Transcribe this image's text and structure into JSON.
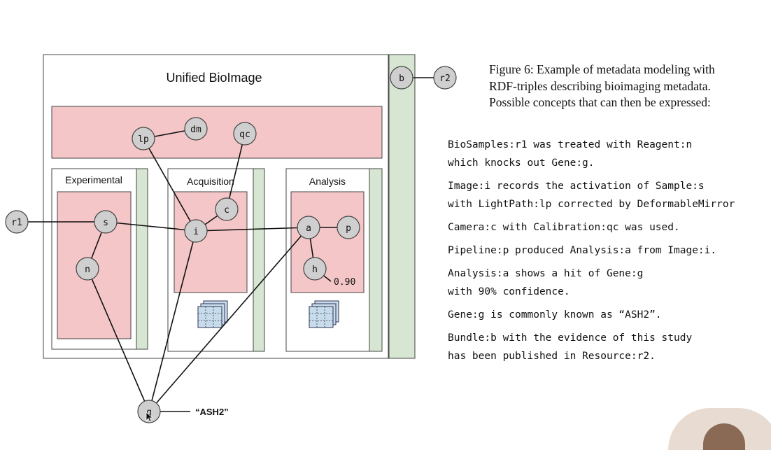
{
  "diagram": {
    "title": "Unified BioImage",
    "sections": {
      "experimental": "Experimental",
      "acquisition": "Acquisition",
      "analysis": "Analysis"
    },
    "nodes": {
      "b": "b",
      "r2": "r2",
      "r1": "r1",
      "lp": "lp",
      "dm": "dm",
      "qc": "qc",
      "s": "s",
      "n": "n",
      "i": "i",
      "c": "c",
      "a": "a",
      "p": "p",
      "h": "h",
      "g": "g"
    },
    "confidence_value": "0.90",
    "gene_literal": "“ASH2”"
  },
  "caption": {
    "lines": [
      "Figure 6: Example of metadata modeling with",
      "RDF-triples describing bioimaging metadata.",
      "Possible concepts that can then be expressed:"
    ]
  },
  "statements": [
    [
      "BioSamples:r1 was treated with Reagent:n",
      "which knocks out Gene:g."
    ],
    [
      "Image:i records the activation of Sample:s",
      "with LightPath:lp corrected by DeformableMirror"
    ],
    [
      "Camera:c with Calibration:qc was used."
    ],
    [
      "Pipeline:p produced Analysis:a from Image:i."
    ],
    [
      "Analysis:a shows a hit of Gene:g",
      "with 90% confidence."
    ],
    [
      "Gene:g is commonly known as “ASH2”."
    ],
    [
      "Bundle:b with the evidence of this study",
      "has been  published in Resource:r2."
    ]
  ],
  "colors": {
    "pink": "#f5c6c8",
    "green": "#d6e6d2",
    "node": "#cfcfcf",
    "stack": "#c7dcea"
  },
  "icons": [
    "image-stack-icon",
    "presenter-webcam",
    "mouse-cursor-icon"
  ]
}
